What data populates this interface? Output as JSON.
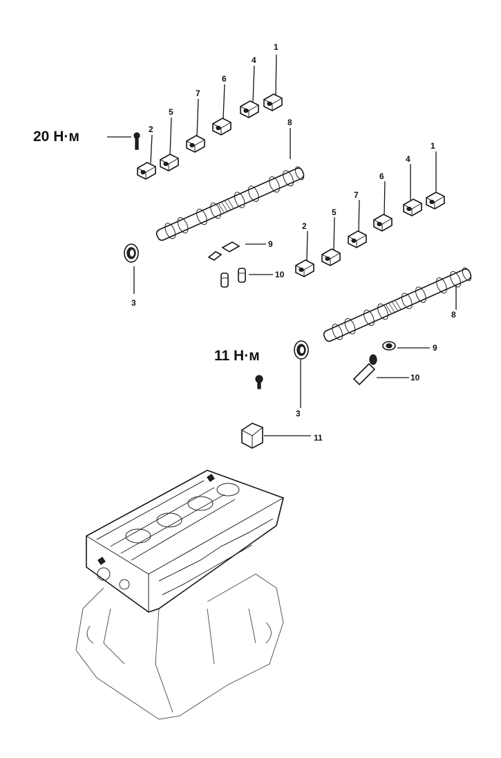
{
  "torque": {
    "upper": "20 Н·м",
    "lower": "11 Н·м"
  },
  "upper_callouts": {
    "c1": "1",
    "c4": "4",
    "c6": "6",
    "c7": "7",
    "c5": "5",
    "c2": "2",
    "c8": "8",
    "c9": "9",
    "c10": "10",
    "c3": "3"
  },
  "lower_callouts": {
    "c1": "1",
    "c4": "4",
    "c6": "6",
    "c7": "7",
    "c5": "5",
    "c2": "2",
    "c8": "8",
    "c9": "9",
    "c10": "10",
    "c3": "3",
    "c11": "11"
  }
}
